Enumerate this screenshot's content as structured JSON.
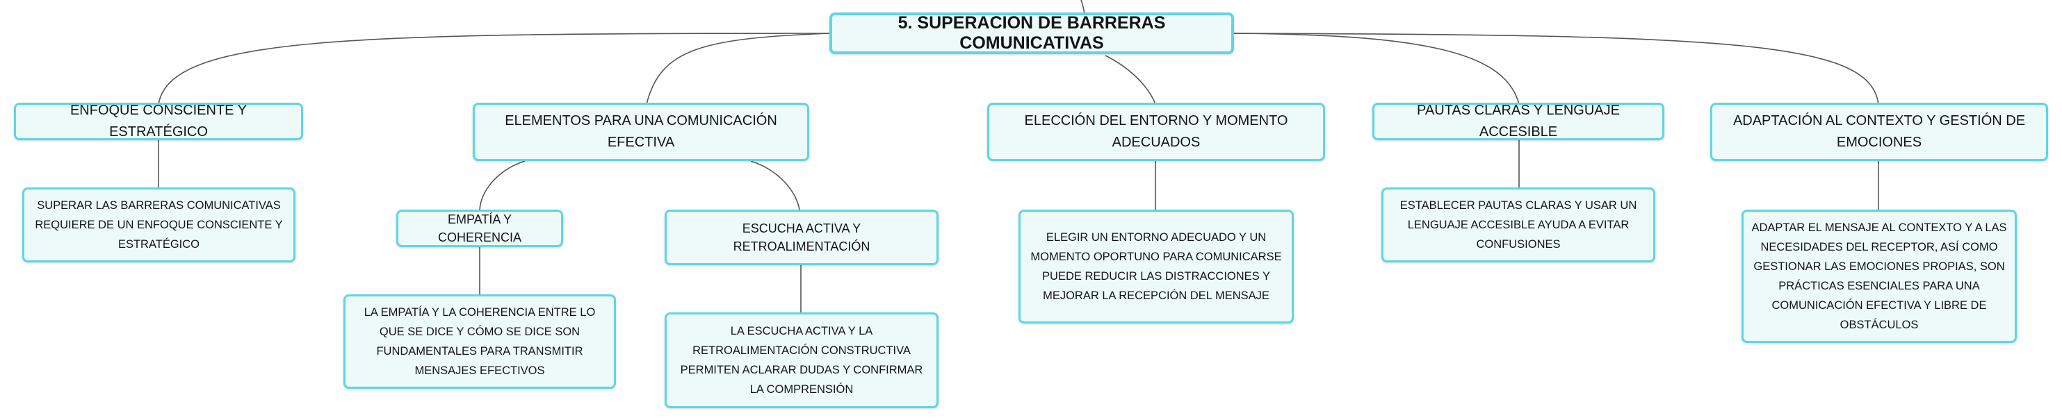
{
  "root": {
    "title": "5. SUPERACIÓN DE BARRERAS COMUNICATIVAS"
  },
  "branches": [
    {
      "title": "ENFOQUE CONSCIENTE Y ESTRATÉGICO",
      "detail": "SUPERAR LAS BARRERAS COMUNICATIVAS REQUIERE DE UN ENFOQUE CONSCIENTE Y ESTRATÉGICO"
    },
    {
      "title": "ELEMENTOS PARA UNA COMUNICACIÓN EFECTIVA",
      "children": [
        {
          "title": "EMPATÍA Y COHERENCIA",
          "detail": "LA EMPATÍA Y LA COHERENCIA ENTRE LO QUE SE DICE Y CÓMO SE DICE SON FUNDAMENTALES PARA TRANSMITIR MENSAJES EFECTIVOS"
        },
        {
          "title": "ESCUCHA ACTIVA Y RETROALIMENTACIÓN",
          "detail": "LA ESCUCHA ACTIVA Y LA RETROALIMENTACIÓN CONSTRUCTIVA PERMITEN ACLARAR DUDAS Y CONFIRMAR LA COMPRENSIÓN"
        }
      ]
    },
    {
      "title": "ELECCIÓN DEL ENTORNO Y MOMENTO ADECUADOS",
      "detail": "ELEGIR UN ENTORNO ADECUADO Y UN MOMENTO OPORTUNO PARA COMUNICARSE PUEDE REDUCIR LAS DISTRACCIONES Y MEJORAR LA RECEPCIÓN DEL MENSAJE"
    },
    {
      "title": "PAUTAS CLARAS Y LENGUAJE ACCESIBLE",
      "detail": "ESTABLECER PAUTAS CLARAS Y USAR UN LENGUAJE ACCESIBLE AYUDA A EVITAR CONFUSIONES"
    },
    {
      "title": "ADAPTACIÓN AL CONTEXTO Y GESTIÓN DE EMOCIONES",
      "detail": "ADAPTAR EL MENSAJE AL CONTEXTO Y A LAS NECESIDADES DEL RECEPTOR, ASÍ COMO GESTIONAR LAS EMOCIONES PROPIAS, SON PRÁCTICAS ESENCIALES PARA UNA COMUNICACIÓN EFECTIVA Y LIBRE DE OBSTÁCULOS"
    }
  ]
}
